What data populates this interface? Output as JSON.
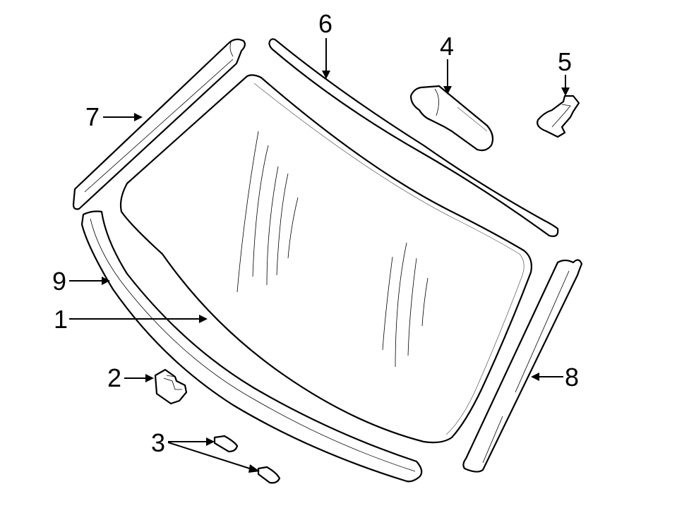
{
  "diagram": {
    "type": "exploded parts diagram",
    "subject": "windshield glass and moldings",
    "callouts": [
      {
        "id": "1",
        "label": "1",
        "part": "windshield-glass"
      },
      {
        "id": "2",
        "label": "2",
        "part": "clip"
      },
      {
        "id": "3",
        "label": "3",
        "part": "spacer (x2)"
      },
      {
        "id": "4",
        "label": "4",
        "part": "molding-end-cap"
      },
      {
        "id": "5",
        "label": "5",
        "part": "clip"
      },
      {
        "id": "6",
        "label": "6",
        "part": "upper-molding"
      },
      {
        "id": "7",
        "label": "7",
        "part": "left-pillar-molding"
      },
      {
        "id": "8",
        "label": "8",
        "part": "right-pillar-molding"
      },
      {
        "id": "9",
        "label": "9",
        "part": "lower-left-molding"
      }
    ]
  },
  "colors": {
    "line": "#000000",
    "background": "#ffffff"
  }
}
